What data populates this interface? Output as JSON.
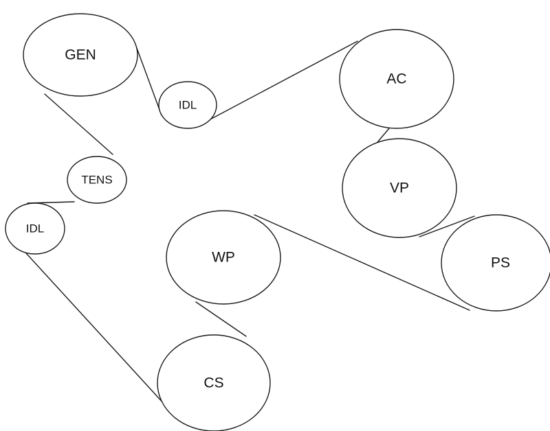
{
  "diagram": {
    "pulleys": {
      "gen": {
        "label": "GEN"
      },
      "idl1": {
        "label": "IDL"
      },
      "ac": {
        "label": "AC"
      },
      "vp": {
        "label": "VP"
      },
      "ps": {
        "label": "PS"
      },
      "tens": {
        "label": "TENS"
      },
      "idl2": {
        "label": "IDL"
      },
      "wp": {
        "label": "WP"
      },
      "cs": {
        "label": "CS"
      }
    },
    "belt_route": [
      "gen",
      "idl1",
      "ac",
      "vp",
      "ps",
      "wp",
      "cs",
      "idl2",
      "tens"
    ]
  }
}
